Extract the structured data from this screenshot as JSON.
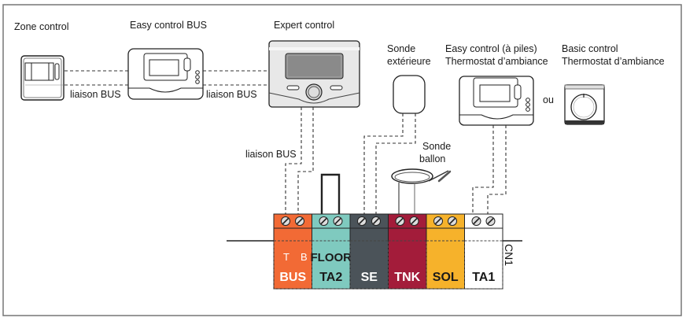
{
  "devices": {
    "zone_control": {
      "label": "Zone control"
    },
    "easy_control_bus": {
      "label": "Easy control BUS"
    },
    "expert_control": {
      "label": "Expert control"
    },
    "sonde_exterieure": {
      "label_line1": "Sonde",
      "label_line2": "extérieure"
    },
    "easy_control_piles": {
      "label_line1": "Easy control (à piles)",
      "label_line2": "Thermostat d’ambiance"
    },
    "basic_control": {
      "label_line1": "Basic control",
      "label_line2": "Thermostat d’ambiance"
    },
    "sonde_ballon": {
      "label_line1": "Sonde",
      "label_line2": "ballon"
    }
  },
  "links": {
    "bus_link_1": "liaison BUS",
    "bus_link_2": "liaison BUS",
    "bus_link_3": "liaison BUS",
    "or_label": "ou"
  },
  "terminal_block": {
    "connector_name": "CN1",
    "terminals": [
      {
        "id": "bus",
        "sub_left": "T",
        "sub_right": "B",
        "label": "BUS",
        "color": "#f26a35",
        "text_color": "#ffffff"
      },
      {
        "id": "ta2",
        "sub_top": "FLOOR",
        "label": "TA2",
        "color": "#7fcabf",
        "text_color": "#1a1a1a"
      },
      {
        "id": "se",
        "label": "SE",
        "color": "#4b5359",
        "text_color": "#ffffff"
      },
      {
        "id": "tnk",
        "label": "TNK",
        "color": "#a31c3a",
        "text_color": "#ffffff"
      },
      {
        "id": "sol",
        "label": "SOL",
        "color": "#f6b22b",
        "text_color": "#1a1a1a"
      },
      {
        "id": "ta1",
        "label": "TA1",
        "color": "#ffffff",
        "text_color": "#1a1a1a"
      }
    ]
  }
}
